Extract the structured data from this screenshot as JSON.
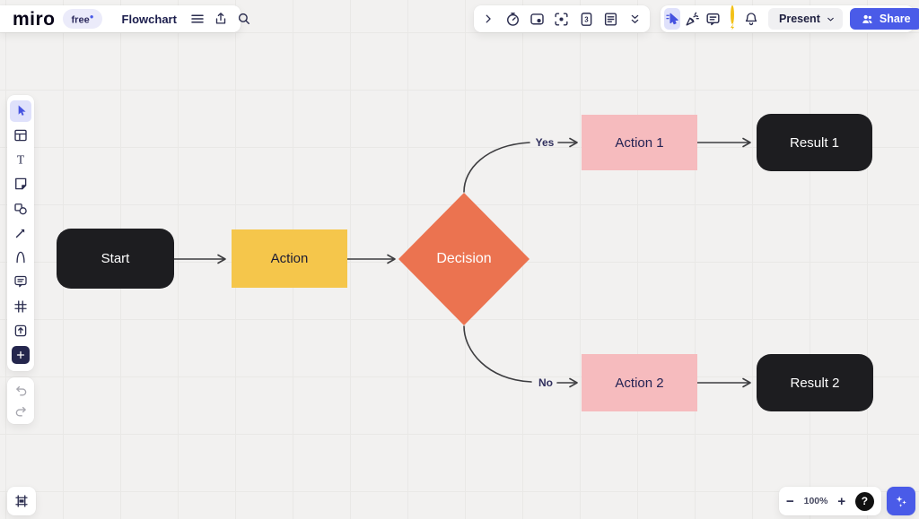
{
  "header": {
    "logo": "miro",
    "plan_badge": "free",
    "board_title": "Flowchart"
  },
  "collab_toolbar": {
    "estimation_badge": "3"
  },
  "actions": {
    "present_label": "Present",
    "share_label": "Share"
  },
  "zoom_controls": {
    "zoom_out": "−",
    "zoom_level": "100%",
    "zoom_in": "+",
    "help": "?"
  },
  "colors": {
    "accent_blue": "#4a5be8",
    "active_tool_bg": "#dfe1fb",
    "canvas_bg": "#f2f1f0",
    "grid_line": "#e9e8e6",
    "node_black": "#1d1d20",
    "node_yellow": "#f5c64b",
    "node_orange": "#eb7350",
    "node_pink": "#f6bbbe",
    "edge_label_color": "#31305e",
    "arrow_color": "#3d3d40"
  },
  "flowchart": {
    "nodes": [
      {
        "id": "start",
        "label": "Start",
        "shape": "rounded-rect",
        "fill": "#1d1d20",
        "text": "#ffffff"
      },
      {
        "id": "action",
        "label": "Action",
        "shape": "rect",
        "fill": "#f5c64b",
        "text": "#1b1b33"
      },
      {
        "id": "decision",
        "label": "Decision",
        "shape": "diamond",
        "fill": "#eb7350",
        "text": "#ffffff"
      },
      {
        "id": "action-1",
        "label": "Action 1",
        "shape": "rect",
        "fill": "#f6bbbe",
        "text": "#232253"
      },
      {
        "id": "result-1",
        "label": "Result 1",
        "shape": "rounded-rect",
        "fill": "#1d1d20",
        "text": "#ffffff"
      },
      {
        "id": "action-2",
        "label": "Action 2",
        "shape": "rect",
        "fill": "#f6bbbe",
        "text": "#232253"
      },
      {
        "id": "result-2",
        "label": "Result 2",
        "shape": "rounded-rect",
        "fill": "#1d1d20",
        "text": "#ffffff"
      }
    ],
    "edges": [
      {
        "from": "Start",
        "to": "Action",
        "label": ""
      },
      {
        "from": "Action",
        "to": "Decision",
        "label": ""
      },
      {
        "from": "Decision",
        "to": "Action 1",
        "label": "Yes"
      },
      {
        "from": "Action 1",
        "to": "Result 1",
        "label": ""
      },
      {
        "from": "Decision",
        "to": "Action 2",
        "label": "No"
      },
      {
        "from": "Action 2",
        "to": "Result 2",
        "label": ""
      }
    ]
  }
}
